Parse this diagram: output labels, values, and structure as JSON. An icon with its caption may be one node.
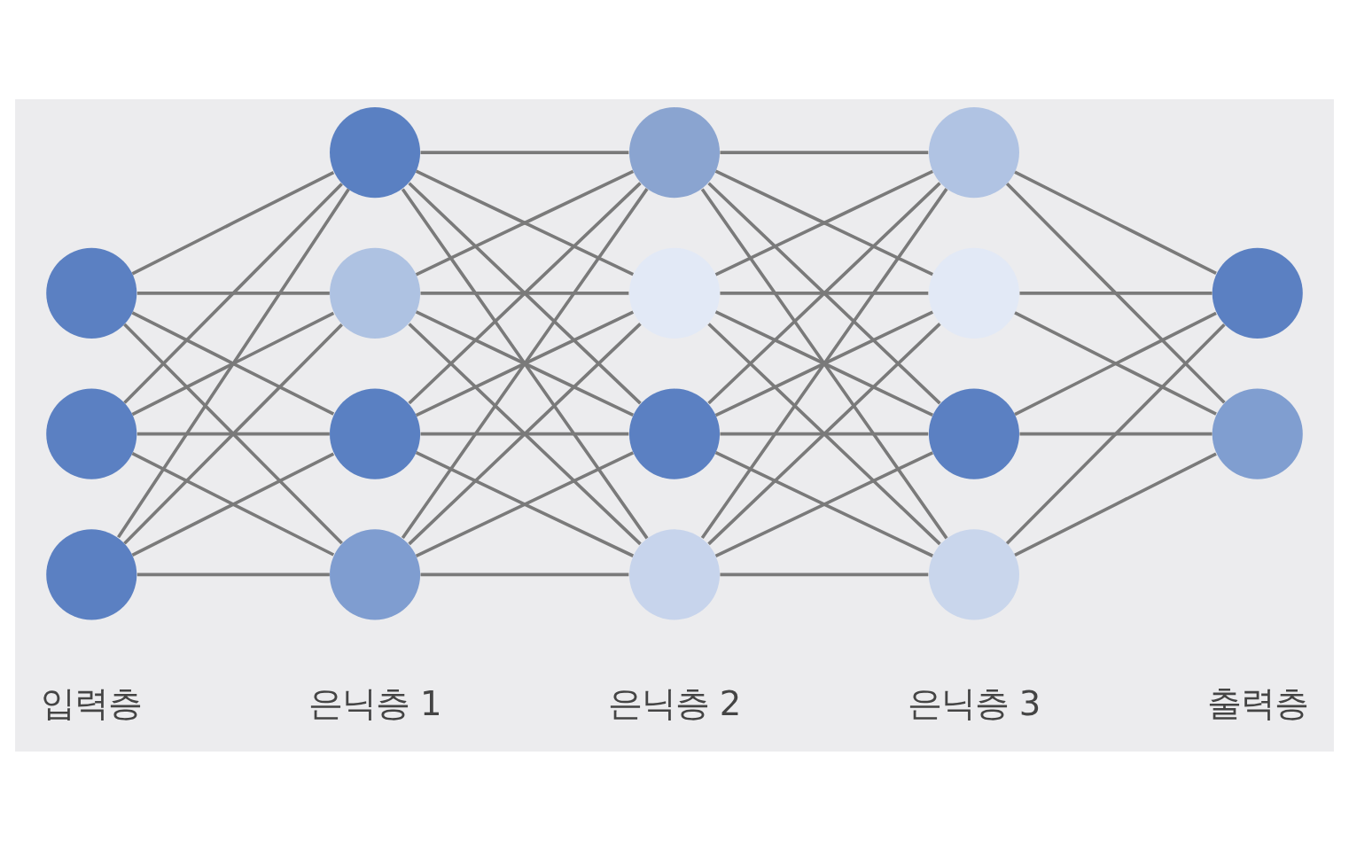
{
  "diagram": {
    "nodes": [
      {
        "text": [],
        "shape": "circle"
      },
      {
        "text": [],
        "shape": "circle"
      },
      {
        "text": [],
        "shape": "circle"
      },
      {
        "text": [],
        "shape": "circle"
      },
      {
        "text": [],
        "shape": "circle"
      },
      {
        "text": [],
        "shape": "circle"
      },
      {
        "text": [],
        "shape": "circle"
      },
      {
        "text": [],
        "shape": "circle"
      },
      {
        "text": [],
        "shape": "circle"
      },
      {
        "text": [],
        "shape": "circle"
      },
      {
        "text": [],
        "shape": "circle"
      },
      {
        "text": [],
        "shape": "circle"
      },
      {
        "text": [],
        "shape": "circle"
      },
      {
        "text": [],
        "shape": "circle"
      },
      {
        "text": [],
        "shape": "circle"
      },
      {
        "text": [],
        "shape": "circle"
      },
      {
        "text": [],
        "shape": "circle"
      }
    ],
    "edges": [
      {
        "from": 0,
        "to": 3,
        "arrow": "none"
      },
      {
        "from": 0,
        "to": 4,
        "arrow": "none"
      },
      {
        "from": 0,
        "to": 5,
        "arrow": "none"
      },
      {
        "from": 0,
        "to": 6,
        "arrow": "none"
      },
      {
        "from": 1,
        "to": 3,
        "arrow": "none"
      },
      {
        "from": 1,
        "to": 4,
        "arrow": "none"
      },
      {
        "from": 1,
        "to": 5,
        "arrow": "none"
      },
      {
        "from": 1,
        "to": 6,
        "arrow": "none"
      },
      {
        "from": 2,
        "to": 3,
        "arrow": "none"
      },
      {
        "from": 2,
        "to": 4,
        "arrow": "none"
      },
      {
        "from": 2,
        "to": 5,
        "arrow": "none"
      },
      {
        "from": 2,
        "to": 6,
        "arrow": "none"
      },
      {
        "from": 3,
        "to": 7,
        "arrow": "none"
      },
      {
        "from": 3,
        "to": 8,
        "arrow": "none"
      },
      {
        "from": 3,
        "to": 9,
        "arrow": "none"
      },
      {
        "from": 3,
        "to": 10,
        "arrow": "none"
      },
      {
        "from": 4,
        "to": 7,
        "arrow": "none"
      },
      {
        "from": 4,
        "to": 8,
        "arrow": "none"
      },
      {
        "from": 4,
        "to": 9,
        "arrow": "none"
      },
      {
        "from": 4,
        "to": 10,
        "arrow": "none"
      },
      {
        "from": 5,
        "to": 7,
        "arrow": "none"
      },
      {
        "from": 5,
        "to": 8,
        "arrow": "none"
      },
      {
        "from": 5,
        "to": 9,
        "arrow": "none"
      },
      {
        "from": 5,
        "to": 10,
        "arrow": "none"
      },
      {
        "from": 6,
        "to": 7,
        "arrow": "none"
      },
      {
        "from": 6,
        "to": 8,
        "arrow": "none"
      },
      {
        "from": 6,
        "to": 9,
        "arrow": "none"
      },
      {
        "from": 6,
        "to": 10,
        "arrow": "none"
      },
      {
        "from": 7,
        "to": 11,
        "arrow": "none"
      },
      {
        "from": 7,
        "to": 12,
        "arrow": "none"
      },
      {
        "from": 7,
        "to": 13,
        "arrow": "none"
      },
      {
        "from": 7,
        "to": 14,
        "arrow": "none"
      },
      {
        "from": 8,
        "to": 11,
        "arrow": "none"
      },
      {
        "from": 8,
        "to": 12,
        "arrow": "none"
      },
      {
        "from": 8,
        "to": 13,
        "arrow": "none"
      },
      {
        "from": 8,
        "to": 14,
        "arrow": "none"
      },
      {
        "from": 9,
        "to": 11,
        "arrow": "none"
      },
      {
        "from": 9,
        "to": 12,
        "arrow": "none"
      },
      {
        "from": 9,
        "to": 13,
        "arrow": "none"
      },
      {
        "from": 9,
        "to": 14,
        "arrow": "none"
      },
      {
        "from": 10,
        "to": 11,
        "arrow": "none"
      },
      {
        "from": 10,
        "to": 12,
        "arrow": "none"
      },
      {
        "from": 10,
        "to": 13,
        "arrow": "none"
      },
      {
        "from": 10,
        "to": 14,
        "arrow": "none"
      },
      {
        "from": 11,
        "to": 15,
        "arrow": "none"
      },
      {
        "from": 11,
        "to": 16,
        "arrow": "none"
      },
      {
        "from": 12,
        "to": 15,
        "arrow": "none"
      },
      {
        "from": 12,
        "to": 16,
        "arrow": "none"
      },
      {
        "from": 13,
        "to": 15,
        "arrow": "none"
      },
      {
        "from": 13,
        "to": 16,
        "arrow": "none"
      },
      {
        "from": 14,
        "to": 15,
        "arrow": "none"
      },
      {
        "from": 14,
        "to": 16,
        "arrow": "none"
      }
    ],
    "labels": [
      "입력층",
      "은닉층 1",
      "은닉층 2",
      "은닉층 3",
      "출력층"
    ]
  }
}
